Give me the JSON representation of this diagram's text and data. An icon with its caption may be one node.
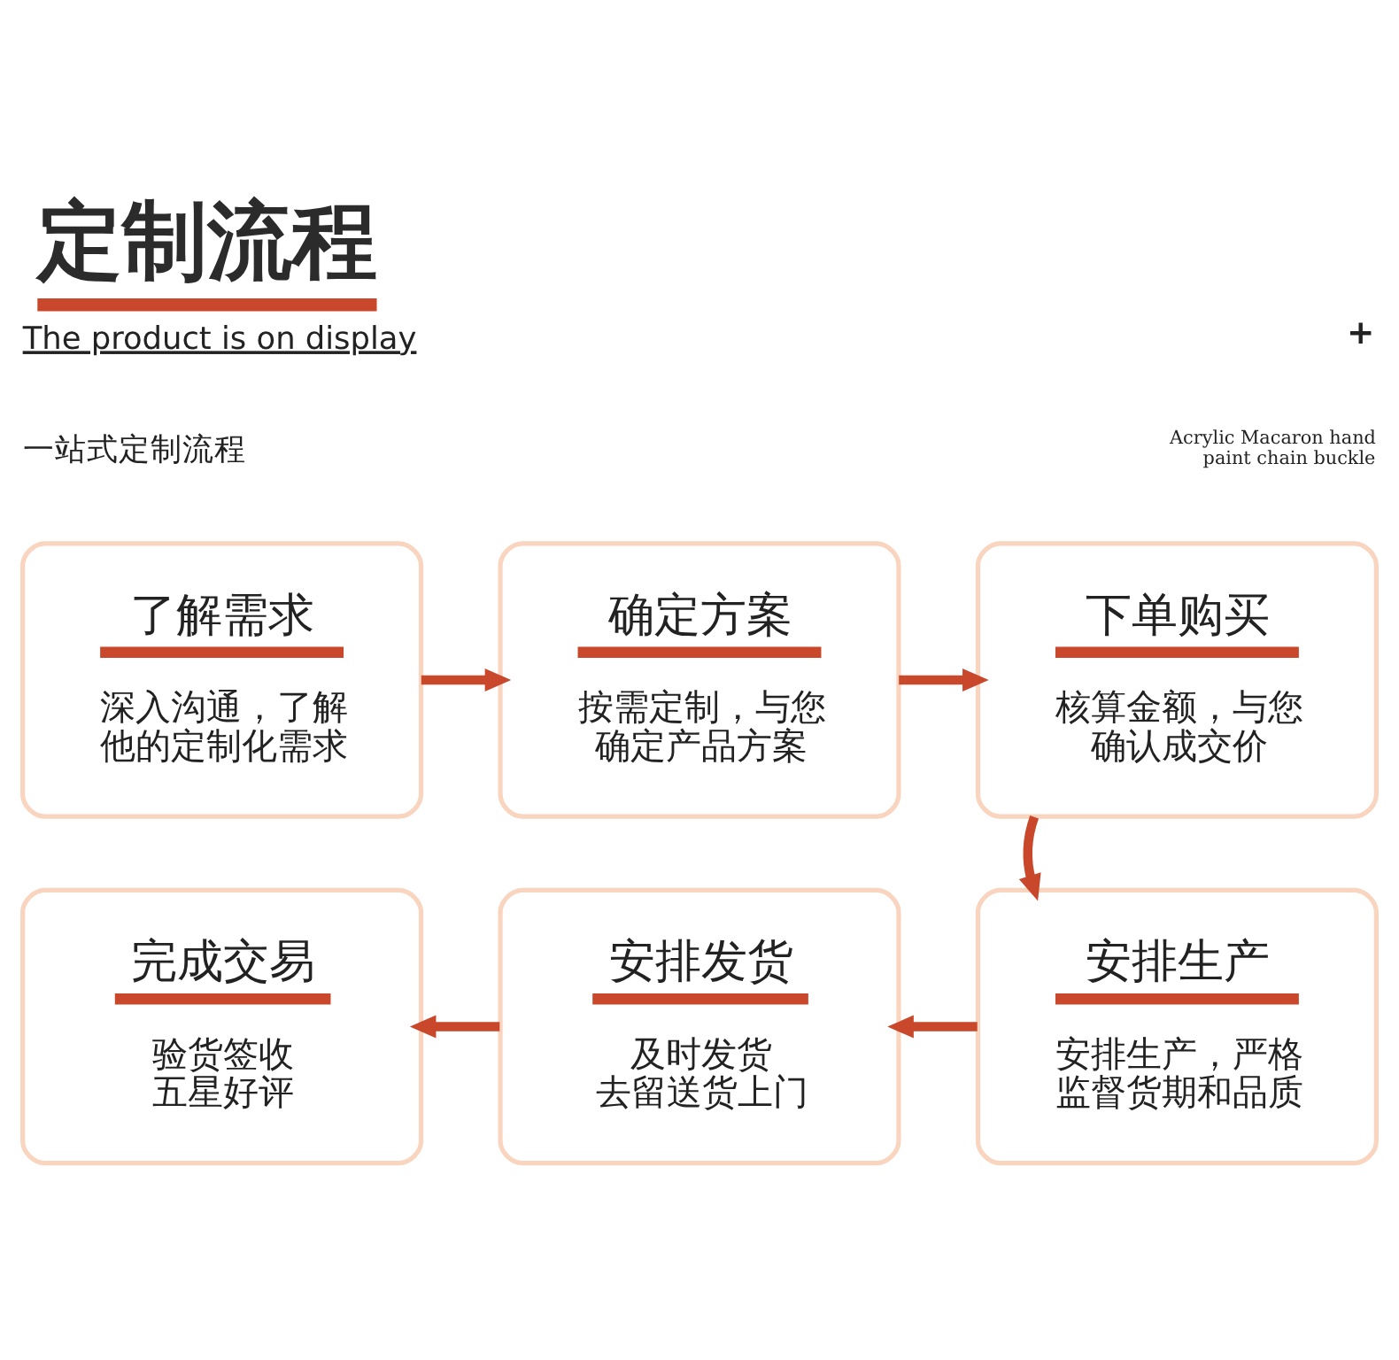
{
  "diagram": {
    "title": "定制流程",
    "nodes": [
      {
        "text": [
          "了解需求",
          "深入沟通，了解他的定制化需求"
        ]
      },
      {
        "text": [
          "确定方案",
          "按需定制，与您确定产品方案"
        ]
      },
      {
        "text": [
          "下单购买",
          "核算金额，与您确认成交价"
        ]
      },
      {
        "text": [
          "安排生产",
          "安排生产，严格监督货期和品质"
        ]
      },
      {
        "text": [
          "安排发货",
          "及时发货去留送货上门"
        ]
      },
      {
        "text": [
          "完成交易",
          "验货签收五星好评"
        ]
      }
    ],
    "edges": [
      {
        "from": 0,
        "to": 1,
        "arrow": "to"
      },
      {
        "from": 1,
        "to": 2,
        "arrow": "to"
      },
      {
        "from": 2,
        "to": 3,
        "arrow": "to"
      },
      {
        "from": 3,
        "to": 4,
        "arrow": "to"
      },
      {
        "from": 4,
        "to": 5,
        "arrow": "to"
      }
    ],
    "labels": [
      "The product is on display",
      "+",
      "Acrylic Macaron hand paint chain buckle",
      "一站式定制流程"
    ]
  }
}
